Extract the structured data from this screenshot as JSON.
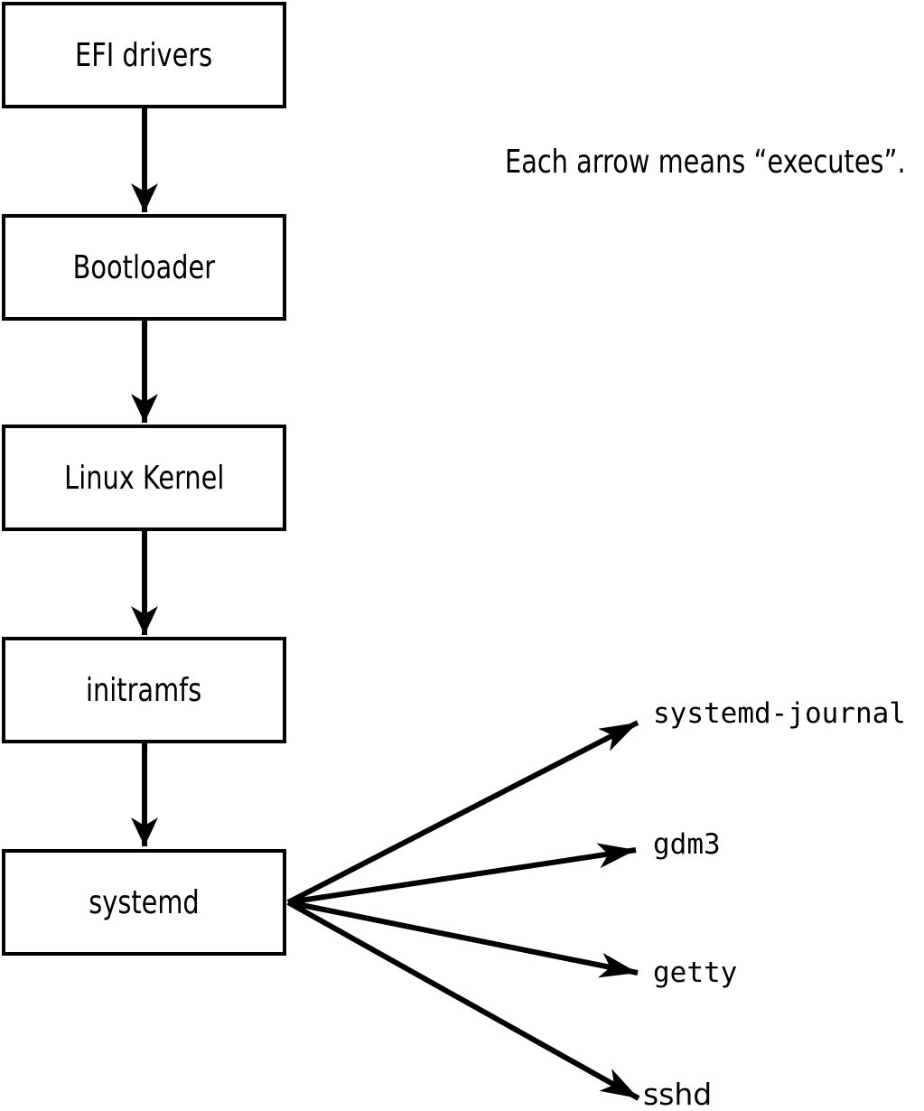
{
  "diagram": {
    "caption": "Each arrow means “executes”.",
    "boxes": [
      {
        "id": "efi",
        "label": "EFI drivers"
      },
      {
        "id": "bootloader",
        "label": "Bootloader"
      },
      {
        "id": "kernel",
        "label": "Linux Kernel"
      },
      {
        "id": "initramfs",
        "label": "initramfs"
      },
      {
        "id": "systemd",
        "label": "systemd"
      }
    ],
    "targets": [
      {
        "id": "systemd-journal",
        "label": "systemd-journal"
      },
      {
        "id": "gdm3",
        "label": "gdm3"
      },
      {
        "id": "getty",
        "label": "getty"
      },
      {
        "id": "sshd",
        "label": "sshd"
      }
    ],
    "arrow_meaning": "executes",
    "colors": {
      "line": "#000000",
      "background": "#ffffff",
      "box_fill": "#ffffff",
      "box_border": "#000000",
      "text": "#000000"
    }
  }
}
